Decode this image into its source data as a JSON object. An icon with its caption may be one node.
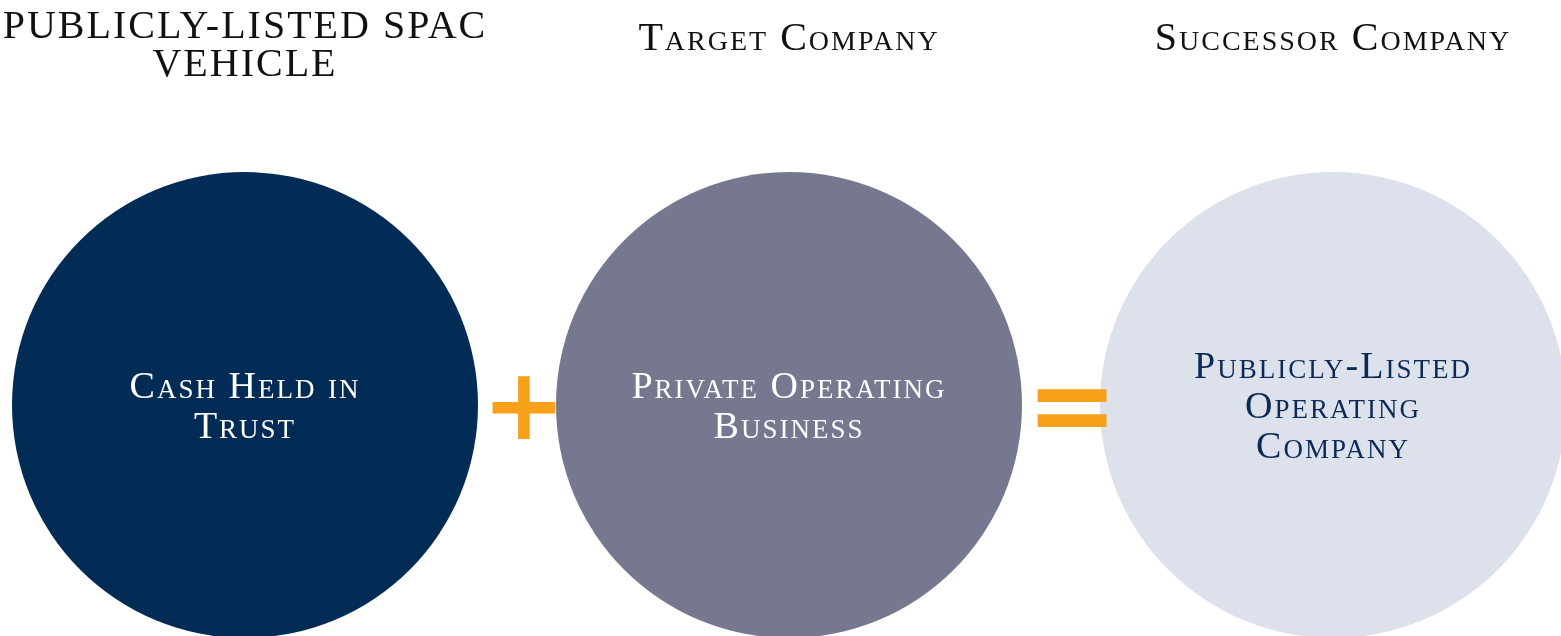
{
  "diagram": {
    "nodes": [
      {
        "text": [
          "PUBLICLY-LISTED SPAC VEHICLE",
          "Cash Held in Trust"
        ]
      },
      {
        "text": [
          "Target Company",
          "Private Operating Business"
        ]
      },
      {
        "text": [
          "Successor Company",
          "Publicly-Listed Operating Company"
        ]
      }
    ],
    "labels": [
      "+",
      "="
    ]
  }
}
